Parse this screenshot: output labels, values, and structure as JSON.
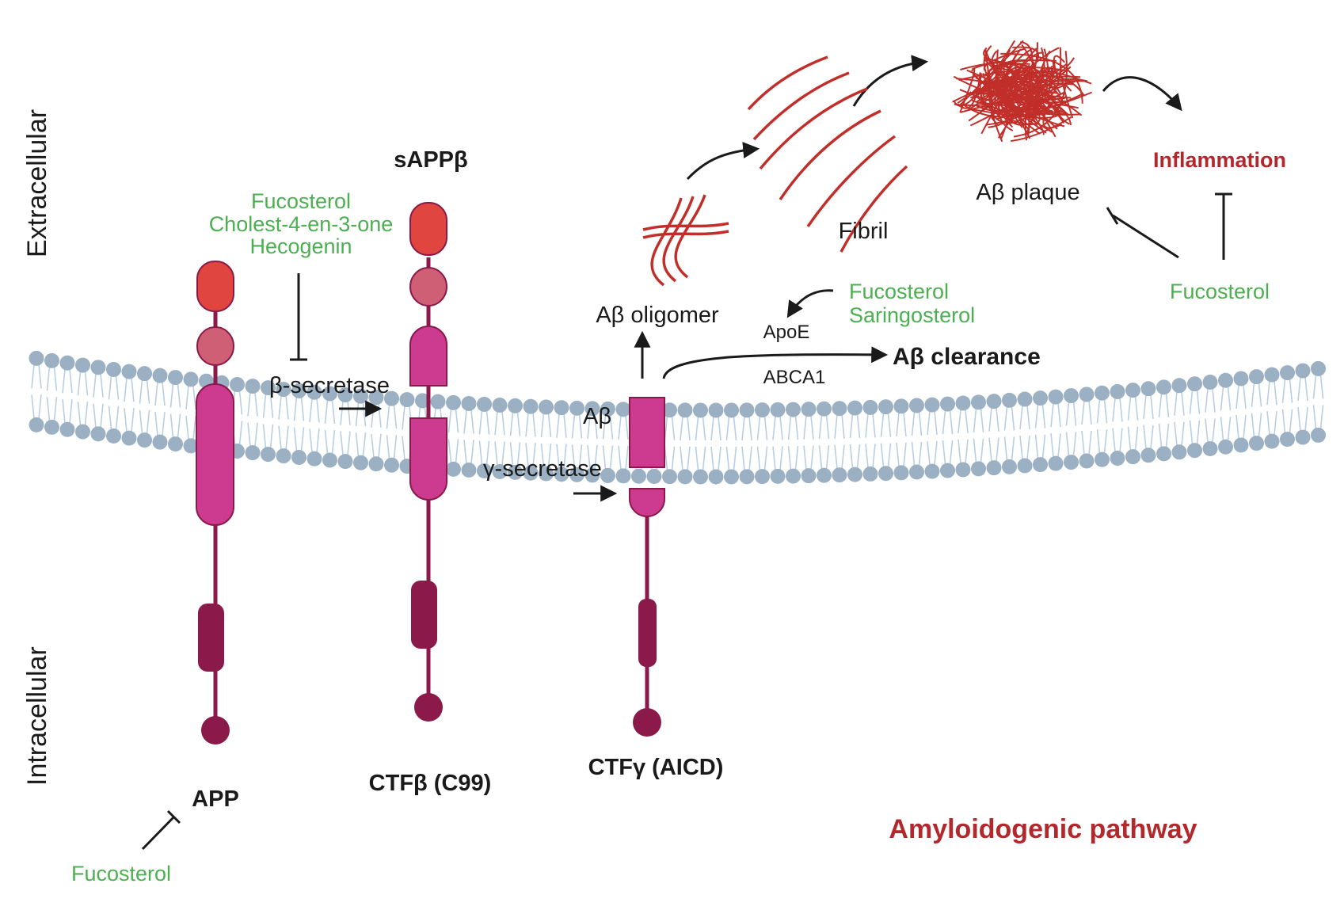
{
  "colors": {
    "membrane_head": "#9bb0c3",
    "membrane_tail": "#b9cfe3",
    "protein_magenta": "#cc3b8f",
    "protein_dark": "#8b1a4a",
    "head_red": "#e0463f",
    "head_pink": "#cf5f75",
    "drug_green": "#4caf50",
    "accent_red": "#b3282d",
    "fibril_red": "#c12f2a",
    "text": "#1a1a1a"
  },
  "regions": {
    "extracellular": "Extracellular",
    "intracellular": "Intracellular"
  },
  "proteins": {
    "app": "APP",
    "sappb": "sAPPβ",
    "ctfb": "CTFβ (C99)",
    "ctfg": "CTFγ (AICD)",
    "ab": "Aβ"
  },
  "enzymes": {
    "beta": "β-secretase",
    "gamma": "γ-secretase"
  },
  "aggregation": {
    "oligomer": "Aβ oligomer",
    "fibril": "Fibril",
    "plaque": "Aβ plaque",
    "inflammation": "Inflammation"
  },
  "clearance": {
    "apoe": "ApoE",
    "abca1": "ABCA1",
    "label": "Aβ clearance"
  },
  "inhibitors": {
    "beta_secretase": [
      "Fucosterol",
      "Cholest-4-en-3-one",
      "Hecogenin"
    ],
    "clearance": [
      "Fucosterol",
      "Saringosterol"
    ],
    "plaque_inflammation": "Fucosterol",
    "app": "Fucosterol"
  },
  "pathway_title": "Amyloidogenic pathway"
}
